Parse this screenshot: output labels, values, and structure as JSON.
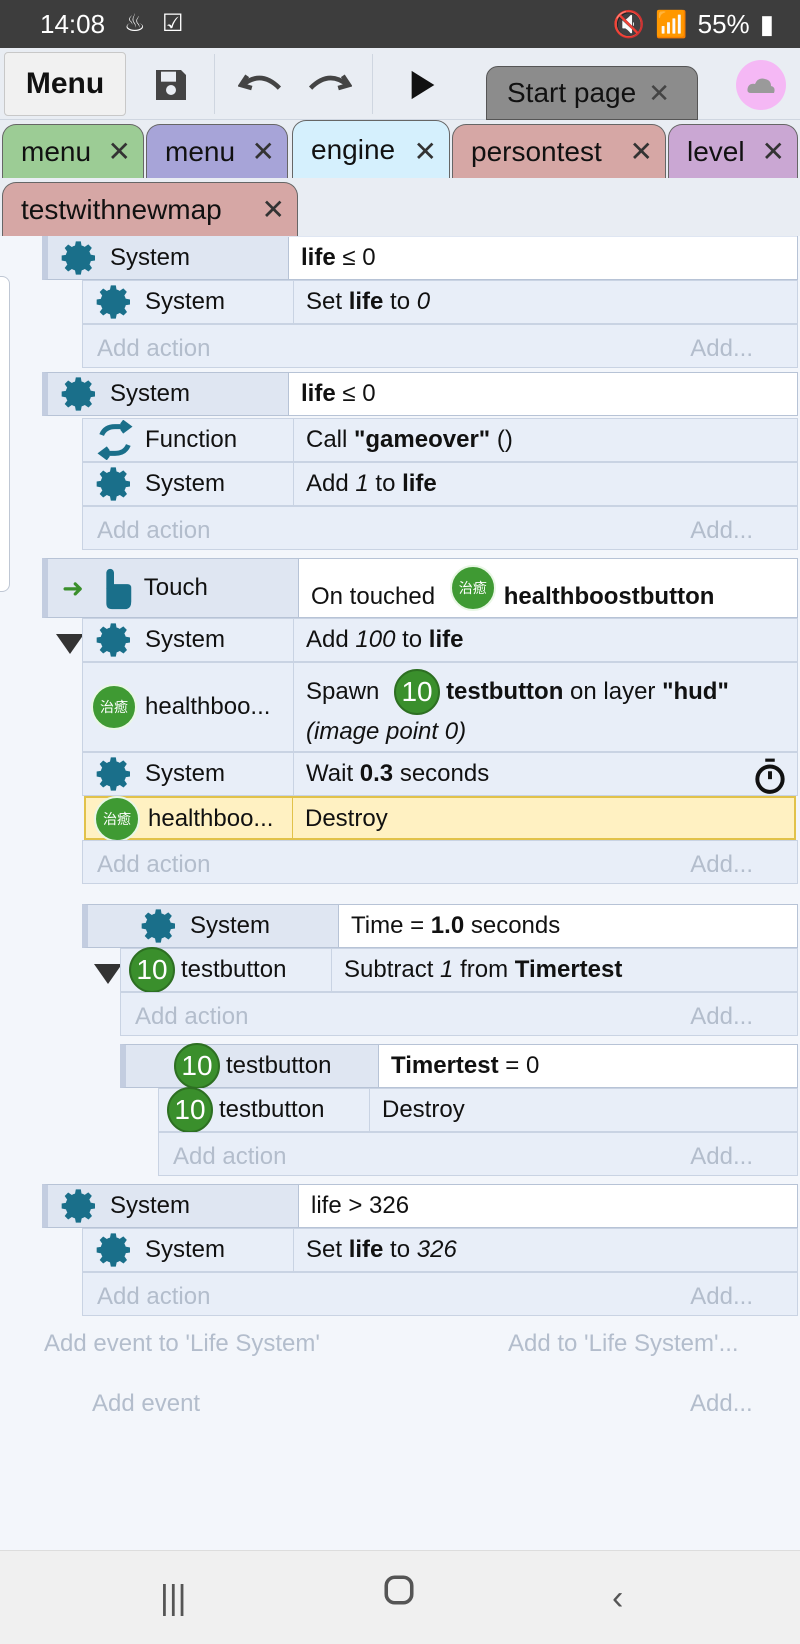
{
  "status": {
    "time": "14:08",
    "battery": "55%"
  },
  "toolbar": {
    "menu_label": "Menu",
    "start_tab": "Start page"
  },
  "tabs": [
    {
      "label": "menu",
      "color": "#9ccc95"
    },
    {
      "label": "menu",
      "color": "#a7a4d8"
    },
    {
      "label": "engine",
      "color": "#d5f0fd"
    },
    {
      "label": "persontest",
      "color": "#d6a7a5"
    },
    {
      "label": "level",
      "color": "#caa7d3"
    },
    {
      "label": "testwithnewmap",
      "color": "#d6a7a5"
    }
  ],
  "events": {
    "e1": {
      "cond_obj": "System",
      "cond_var": "life",
      "cond_rest": " ≤ 0",
      "act1_obj": "System",
      "act1_a": "Set ",
      "act1_b": "life",
      "act1_c": " to ",
      "act1_d": "0"
    },
    "e2": {
      "cond_obj": "System",
      "cond_var": "life",
      "cond_rest": " ≤ 0",
      "act1_obj": "Function",
      "act1_a": "Call ",
      "act1_b": "\"gameover\"",
      "act1_c": " ()",
      "act2_obj": "System",
      "act2_a": "Add ",
      "act2_b": "1",
      "act2_c": " to ",
      "act2_d": "life"
    },
    "e3": {
      "cond_obj": "Touch",
      "cond_a": "On touched ",
      "cond_b": "healthboostbutton",
      "act1_obj": "System",
      "act1_a": "Add ",
      "act1_b": "100",
      "act1_c": " to ",
      "act1_d": "life",
      "act2_obj": "healthboo...",
      "act2_a": "Spawn ",
      "act2_b": "testbutton",
      "act2_c": " on layer ",
      "act2_d": "\"hud\"",
      "act2_e": "(image point 0)",
      "act3_obj": "System",
      "act3_a": "Wait ",
      "act3_b": "0.3",
      "act3_c": " seconds",
      "act4_obj": "healthboo...",
      "act4_a": "Destroy"
    },
    "e3s": {
      "cond_obj": "System",
      "cond_a": "Time = ",
      "cond_b": "1.0",
      "cond_c": " seconds",
      "act1_obj": "testbutton",
      "act1_a": "Subtract ",
      "act1_b": "1",
      "act1_c": " from ",
      "act1_d": "Timertest"
    },
    "e3ss": {
      "cond_obj": "testbutton",
      "cond_a": "Timertest",
      "cond_b": " = 0",
      "act1_obj": "testbutton",
      "act1_a": "Destroy"
    },
    "e4": {
      "cond_obj": "System",
      "cond_a": "life > 326",
      "act1_obj": "System",
      "act1_a": "Set ",
      "act1_b": "life",
      "act1_c": " to ",
      "act1_d": "326"
    }
  },
  "common": {
    "add_action": "Add action",
    "add_short": "Add...",
    "badge": "10",
    "kanji": "治癒"
  },
  "footer": {
    "add_event_to": "Add event to 'Life System'",
    "add_to": "Add to 'Life System'...",
    "add_event": "Add event",
    "add_short": "Add..."
  }
}
